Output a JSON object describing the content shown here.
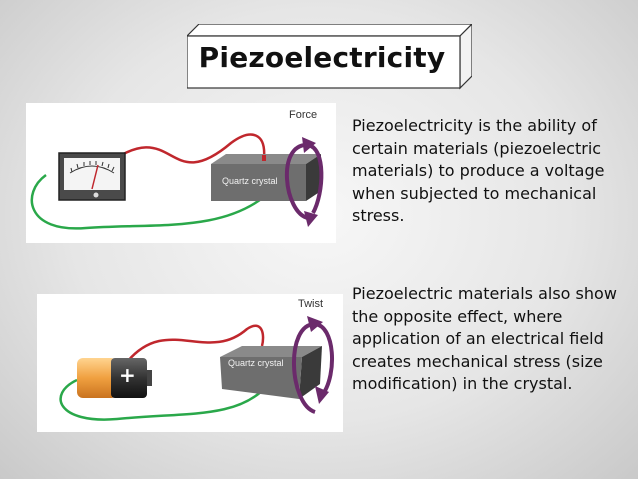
{
  "slide": {
    "title": "Piezoelectricity",
    "paragraphs": [
      "Piezoelectricity is the ability of certain materials (piezoelectric materials) to produce a voltage when subjected to mechanical stress.",
      "Piezoelectric materials also show the opposite effect, where application of an electrical field creates mechanical stress (size modification) in the crystal."
    ]
  },
  "diagram_top": {
    "force_label": "Force",
    "crystal_label": "Quartz crystal",
    "meter_icon": "voltmeter-icon"
  },
  "diagram_bottom": {
    "twist_label": "Twist",
    "crystal_label": "Quartz crystal",
    "battery_icon": "battery-icon",
    "battery_sign": "+"
  },
  "colors": {
    "wire_red": "#c0272d",
    "wire_green": "#2aa84a",
    "arrow_purple": "#6b2a6b",
    "battery_orange": "#f0a040"
  }
}
